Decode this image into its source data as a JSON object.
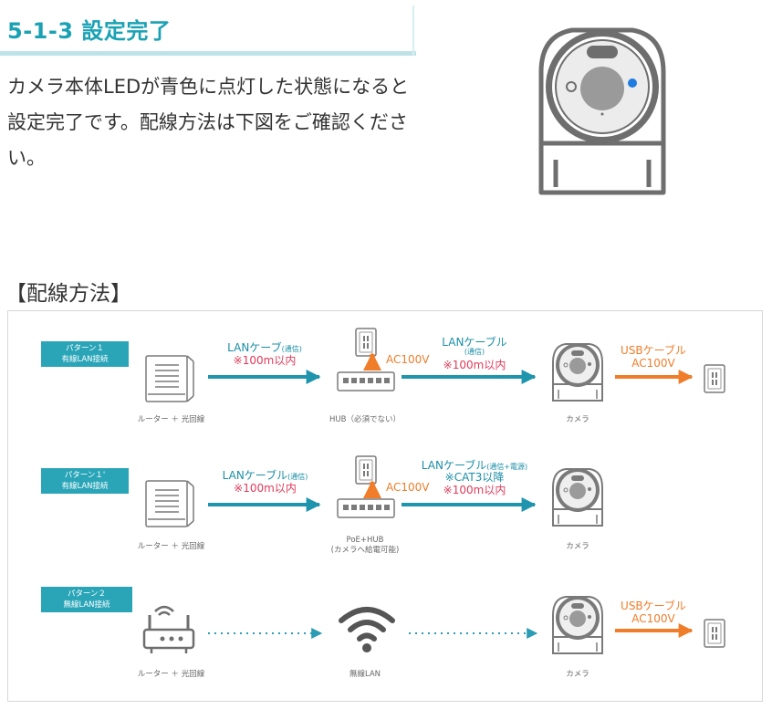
{
  "section": {
    "title": "5-1-3 設定完了",
    "intro": "カメラ本体LEDが青色に点灯した状態になると設定完了です。配線方法は下図をご確認ください。"
  },
  "wiring": {
    "heading": "【配線方法】",
    "patterns": [
      {
        "badge_line1": "パターン１",
        "badge_line2": "有線LAN接続",
        "router_caption": "ルーター ＋ 光回線",
        "link1_label": "LANケーブ",
        "link1_note": "(通信)",
        "link1_length": "※100m以内",
        "hub_ac": "AC100V",
        "hub_caption": "HUB（必須でない）",
        "link2_label": "LANケーブル",
        "link2_note": "(通信)",
        "link2_length": "※100m以内",
        "camera_caption": "カメラ",
        "power_label": "USBケーブル",
        "power_voltage": "AC100V"
      },
      {
        "badge_line1": "パターン１'",
        "badge_line2": "有線LAN接続",
        "router_caption": "ルーター ＋ 光回線",
        "link1_label": "LANケーブル",
        "link1_note": "(通信)",
        "link1_length": "※100m以内",
        "hub_ac": "AC100V",
        "hub_caption_line1": "PoE+HUB",
        "hub_caption_line2": "(カメラへ給電可能)",
        "link2_label": "LANケーブル",
        "link2_note": "(通信+電源)",
        "link2_cat": "※CAT3以降",
        "link2_length": "※100m以内",
        "camera_caption": "カメラ"
      },
      {
        "badge_line1": "パターン２",
        "badge_line2": "無線LAN接続",
        "router_caption": "ルーター ＋ 光回線",
        "wifi_caption": "無線LAN",
        "camera_caption": "カメラ",
        "power_label": "USBケーブル",
        "power_voltage": "AC100V"
      }
    ]
  },
  "colors": {
    "teal": "#1aa2b4",
    "arrow_teal": "#1f94ad",
    "orange": "#ef7d2a",
    "red": "#e13a59",
    "led_blue": "#1e7be0",
    "icon_gray": "#6e6e6e"
  }
}
